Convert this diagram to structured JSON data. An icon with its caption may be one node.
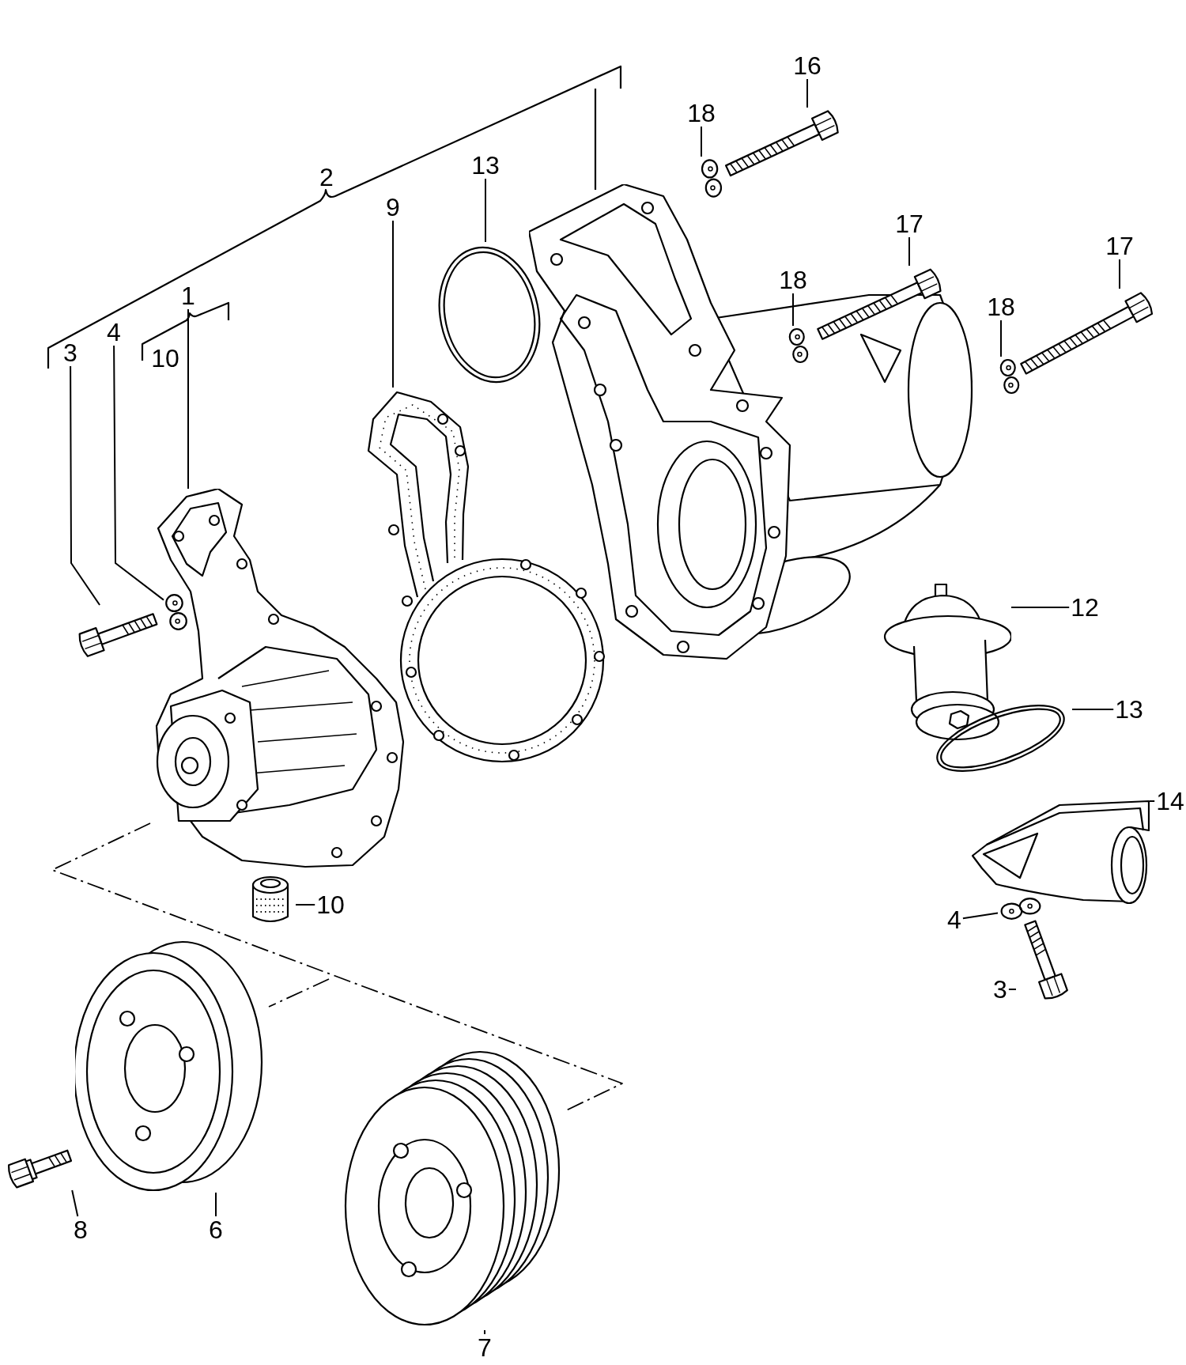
{
  "diagram": {
    "nodes": [
      {
        "text": [
          "3"
        ]
      },
      {
        "text": [
          "4"
        ]
      },
      {
        "text": [
          "1"
        ]
      },
      {
        "text": [
          "9"
        ]
      },
      {
        "text": [
          "13"
        ]
      },
      {
        "text": [
          "18"
        ]
      },
      {
        "text": [
          "16"
        ]
      },
      {
        "text": [
          "17"
        ]
      },
      {
        "text": [
          "18"
        ]
      },
      {
        "text": [
          "17"
        ]
      },
      {
        "text": [
          "18"
        ]
      },
      {
        "text": [
          "12"
        ]
      },
      {
        "text": [
          "13"
        ]
      },
      {
        "text": [
          "14"
        ]
      },
      {
        "text": [
          "10"
        ]
      },
      {
        "text": [
          "4"
        ]
      },
      {
        "text": [
          "3"
        ]
      },
      {
        "text": [
          "8"
        ]
      },
      {
        "text": [
          "6"
        ]
      },
      {
        "text": [
          "7"
        ]
      },
      {
        "text": [],
        "shape": "picture"
      },
      {
        "text": [],
        "shape": "picture"
      },
      {
        "text": [],
        "shape": "picture"
      },
      {
        "text": [],
        "shape": "picture"
      },
      {
        "text": [],
        "shape": "picture"
      },
      {
        "text": [],
        "shape": "picture"
      },
      {
        "text": [],
        "shape": "picture"
      },
      {
        "text": [],
        "shape": "picture"
      },
      {
        "text": [],
        "shape": "picture"
      },
      {
        "text": [],
        "shape": "picture"
      },
      {
        "text": [],
        "shape": "picture"
      },
      {
        "text": [],
        "shape": "picture"
      },
      {
        "text": [],
        "shape": "picture"
      },
      {
        "text": [],
        "shape": "picture"
      },
      {
        "text": [],
        "shape": "picture"
      },
      {
        "text": [],
        "shape": "picture"
      },
      {
        "text": [],
        "shape": "picture"
      },
      {
        "text": [],
        "shape": "picture"
      },
      {
        "text": [],
        "shape": "picture"
      },
      {
        "text": [],
        "shape": "picture"
      },
      {
        "text": [],
        "shape": "picture"
      }
    ],
    "edges": [
      {
        "from": 0,
        "to": 20,
        "arrow": "none"
      },
      {
        "from": 1,
        "to": 21,
        "arrow": "none"
      },
      {
        "from": 2,
        "to": 22,
        "arrow": "none"
      },
      {
        "from": 3,
        "to": 23,
        "arrow": "none"
      },
      {
        "from": 4,
        "to": 24,
        "arrow": "none"
      },
      {
        "from": 5,
        "to": 26,
        "arrow": "none"
      },
      {
        "from": 6,
        "to": 27,
        "arrow": "none"
      },
      {
        "from": 7,
        "to": 29,
        "arrow": "none"
      },
      {
        "from": 8,
        "to": 28,
        "arrow": "none"
      },
      {
        "from": 9,
        "to": 31,
        "arrow": "none"
      },
      {
        "from": 10,
        "to": 30,
        "arrow": "none"
      },
      {
        "from": 11,
        "to": 32,
        "arrow": "none"
      },
      {
        "from": 12,
        "to": 33,
        "arrow": "none"
      },
      {
        "from": 13,
        "to": 34,
        "arrow": "none"
      },
      {
        "from": 14,
        "to": 35,
        "arrow": "none"
      },
      {
        "from": 15,
        "to": 36,
        "arrow": "none"
      },
      {
        "from": 16,
        "to": 37,
        "arrow": "none"
      },
      {
        "from": 17,
        "to": 38,
        "arrow": "none"
      },
      {
        "from": 18,
        "to": 39,
        "arrow": "none"
      },
      {
        "from": 19,
        "to": 40,
        "arrow": "none"
      }
    ],
    "labels": [
      "2",
      "10"
    ]
  }
}
